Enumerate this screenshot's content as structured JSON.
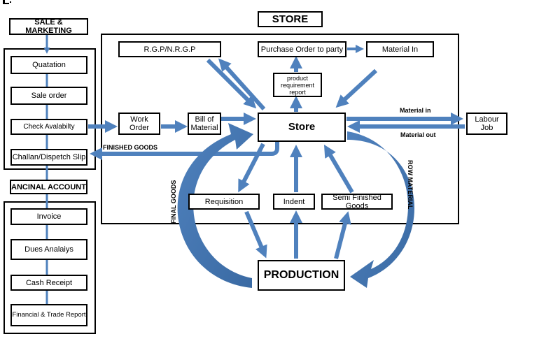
{
  "colors": {
    "arrow": "#4f81bd",
    "arrow_dark": "#3a6aa3",
    "border": "#000000"
  },
  "sales": {
    "header": "SALE  & MARKETING",
    "items": [
      "Quatation",
      "Sale order",
      "Check Avalabilty",
      "Challan/Dispetch Slip"
    ]
  },
  "finance": {
    "header": "ANCINAL ACCOUNT",
    "items": [
      "Invoice",
      "Dues Analaiys",
      "Cash Receipt",
      "Financial & Trade Report"
    ]
  },
  "store_section": {
    "title": "STORE",
    "rgp": "R.G.P/N.R.G.P",
    "purchase_order": "Purchase Order to party",
    "material_in_box": "Material In",
    "product_req": "product requirement report",
    "work_order": "Work Order",
    "bill_of_material": "Bill of Material",
    "store": "Store",
    "labour_job": "Labour Job",
    "requisition": "Requisition",
    "indent": "Indent",
    "semi_finished": "Semi Finished Goods",
    "production": "PRODUCTION"
  },
  "labels": {
    "material_in": "Material in",
    "material_out": "Material out",
    "finished_goods": "FINISHED GOODS",
    "final_goods": "FINAL GOODS",
    "row_material": "ROW  MATERIAL"
  }
}
